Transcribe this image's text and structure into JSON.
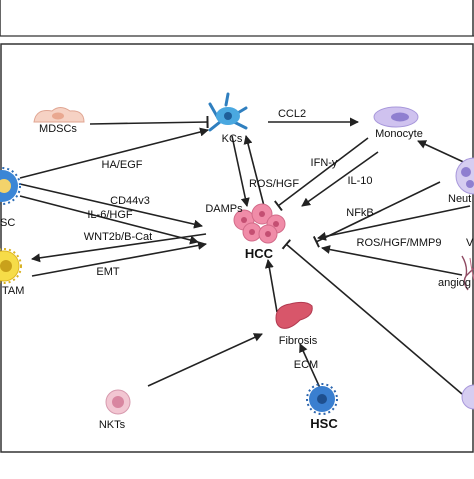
{
  "figure": {
    "cells": {
      "mdscs": "MDSCs",
      "kcs": "KCs",
      "monocyte": "Monocyte",
      "neutrophil_partial": "Neut",
      "csc_partial": "SC",
      "tam": "TAM",
      "hcc": "HCC",
      "fibrosis": "Fibrosis",
      "nkts": "NKTs",
      "hsc": "HSC",
      "angiogenesis_partial": "angiog",
      "v_partial": "V"
    },
    "mediators": {
      "ccl2": "CCL2",
      "ha_egf": "HA/EGF",
      "ifn_y": "IFN-y",
      "il10": "IL-10",
      "ros_hgf": "ROS/HGF",
      "cd44v3": "CD44v3",
      "il6_hgf": "IL-6/HGF",
      "damps": "DAMPs",
      "nfkb": "NFkB",
      "ros_hgf_mmp9": "ROS/HGF/MMP9",
      "wnt2b": "WNT2b/B-Cat",
      "emt": "EMT",
      "ecm": "ECM"
    },
    "colors": {
      "mdsc_fill": "#f6d2c4",
      "kc_fill": "#4aa8e0",
      "monocyte_fill": "#cfc2ef",
      "neutrophil_fill": "#d6cdf1",
      "csc_fill": "#3b86d6",
      "tam_fill": "#f6dc48",
      "hcc_fill": "#f08ca8",
      "fibrosis_fill": "#d8566a",
      "nkt_fill": "#f2c6d2",
      "hsc_fill": "#3a7fd0"
    }
  }
}
